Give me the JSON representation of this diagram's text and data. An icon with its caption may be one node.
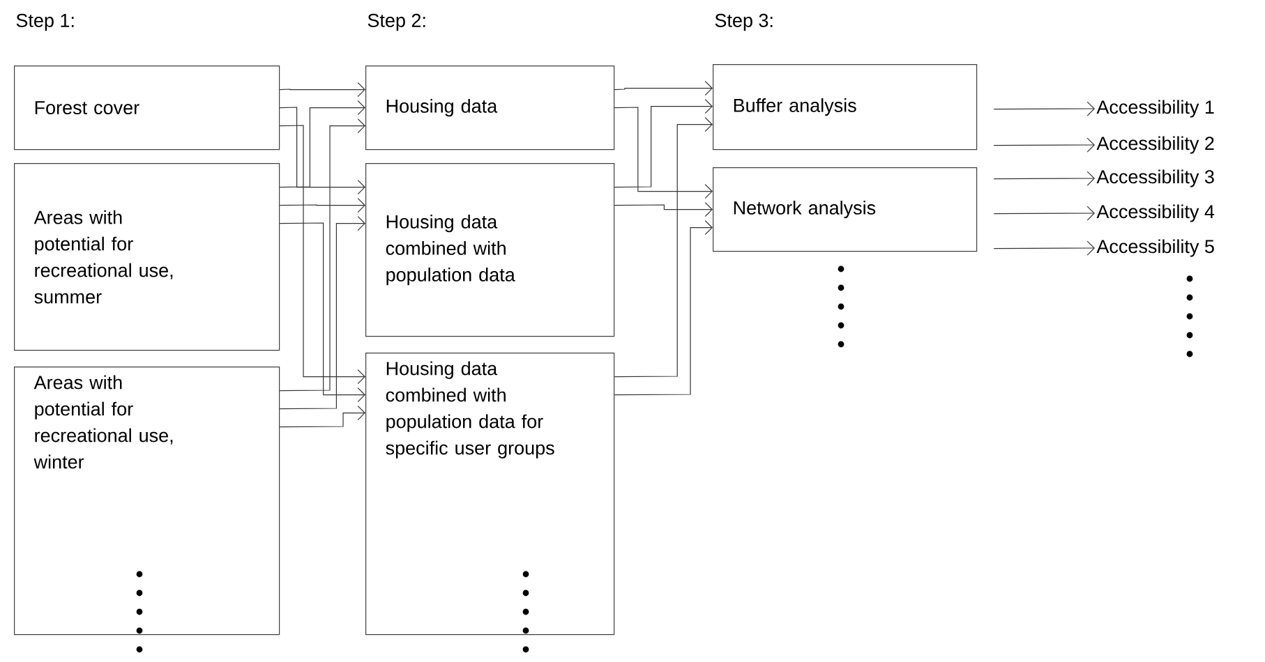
{
  "diagram": {
    "nodes": [
      {
        "text": [
          "Forest cover"
        ]
      },
      {
        "text": [
          "Areas with potential for recreational use, summer"
        ]
      },
      {
        "text": [
          "Areas with potential for recreational use, winter"
        ]
      },
      {
        "text": [
          "Housing data"
        ]
      },
      {
        "text": [
          "Housing data combined with population data"
        ]
      },
      {
        "text": [
          "Housing data combined with population data for specific user groups"
        ]
      },
      {
        "text": [
          "Buffer analysis"
        ]
      },
      {
        "text": [
          "Network analysis"
        ]
      },
      {
        "text": [
          "Accessibility 1"
        ]
      },
      {
        "text": [
          "Accessibility 2"
        ]
      },
      {
        "text": [
          "Accessibility 3"
        ]
      },
      {
        "text": [
          "Accessibility 4"
        ]
      },
      {
        "text": [
          "Accessibility 5"
        ]
      }
    ],
    "edges": [
      {
        "from": 0,
        "to": 3,
        "arrow": "to"
      },
      {
        "from": 0,
        "to": 4,
        "arrow": "to"
      },
      {
        "from": 0,
        "to": 5,
        "arrow": "to"
      },
      {
        "from": 1,
        "to": 3,
        "arrow": "to"
      },
      {
        "from": 1,
        "to": 4,
        "arrow": "to"
      },
      {
        "from": 1,
        "to": 5,
        "arrow": "to"
      },
      {
        "from": 2,
        "to": 3,
        "arrow": "to"
      },
      {
        "from": 2,
        "to": 4,
        "arrow": "to"
      },
      {
        "from": 2,
        "to": 5,
        "arrow": "to"
      },
      {
        "from": 3,
        "to": 6,
        "arrow": "to"
      },
      {
        "from": 3,
        "to": 7,
        "arrow": "to"
      },
      {
        "from": 4,
        "to": 6,
        "arrow": "to"
      },
      {
        "from": 4,
        "to": 7,
        "arrow": "to"
      },
      {
        "from": 5,
        "to": 6,
        "arrow": "to"
      },
      {
        "from": 5,
        "to": 7,
        "arrow": "to"
      },
      {
        "from": 6,
        "to": 8,
        "arrow": "to"
      },
      {
        "from": 6,
        "to": 9,
        "arrow": "to"
      },
      {
        "from": 7,
        "to": 10,
        "arrow": "to"
      },
      {
        "from": 7,
        "to": 11,
        "arrow": "to"
      },
      {
        "from": 7,
        "to": 12,
        "arrow": "to"
      }
    ],
    "labels": [
      "Step 1:",
      "Step 2:",
      "Step 3:"
    ]
  }
}
